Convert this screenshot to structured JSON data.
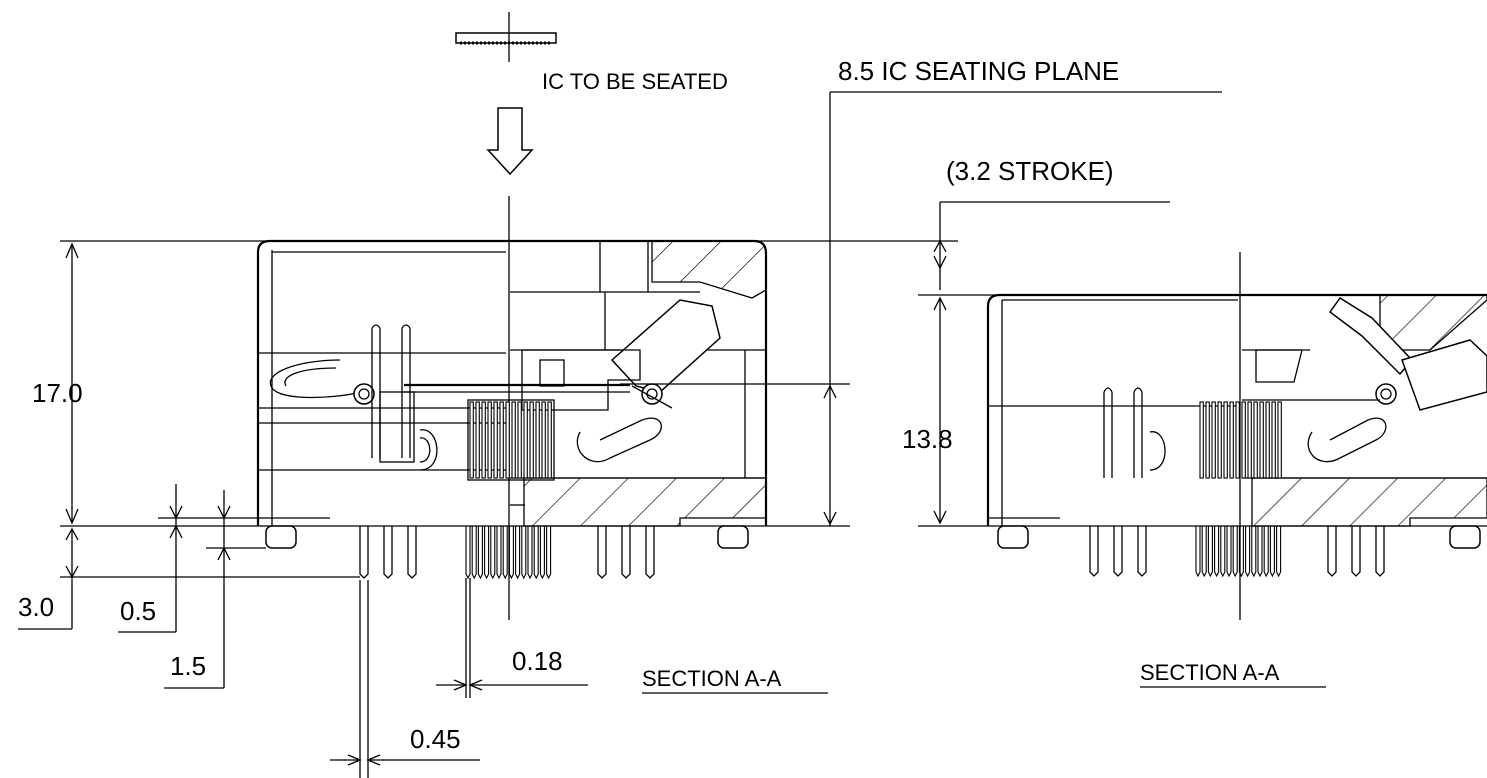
{
  "labels": {
    "ic_to_be_seated": "IC TO BE SEATED",
    "seating_plane": "8.5 IC SEATING PLANE",
    "stroke": "(3.2 STROKE)",
    "section_left": "SECTION A-A",
    "section_right": "SECTION A-A"
  },
  "dimensions": {
    "height_closed": "17.0",
    "height_open": "13.8",
    "standoff": "3.0",
    "d_0_5": "0.5",
    "d_1_5": "1.5",
    "pitch": "0.18",
    "pin_width": "0.45"
  },
  "colors": {
    "ink": "#000000",
    "paper": "#ffffff"
  }
}
